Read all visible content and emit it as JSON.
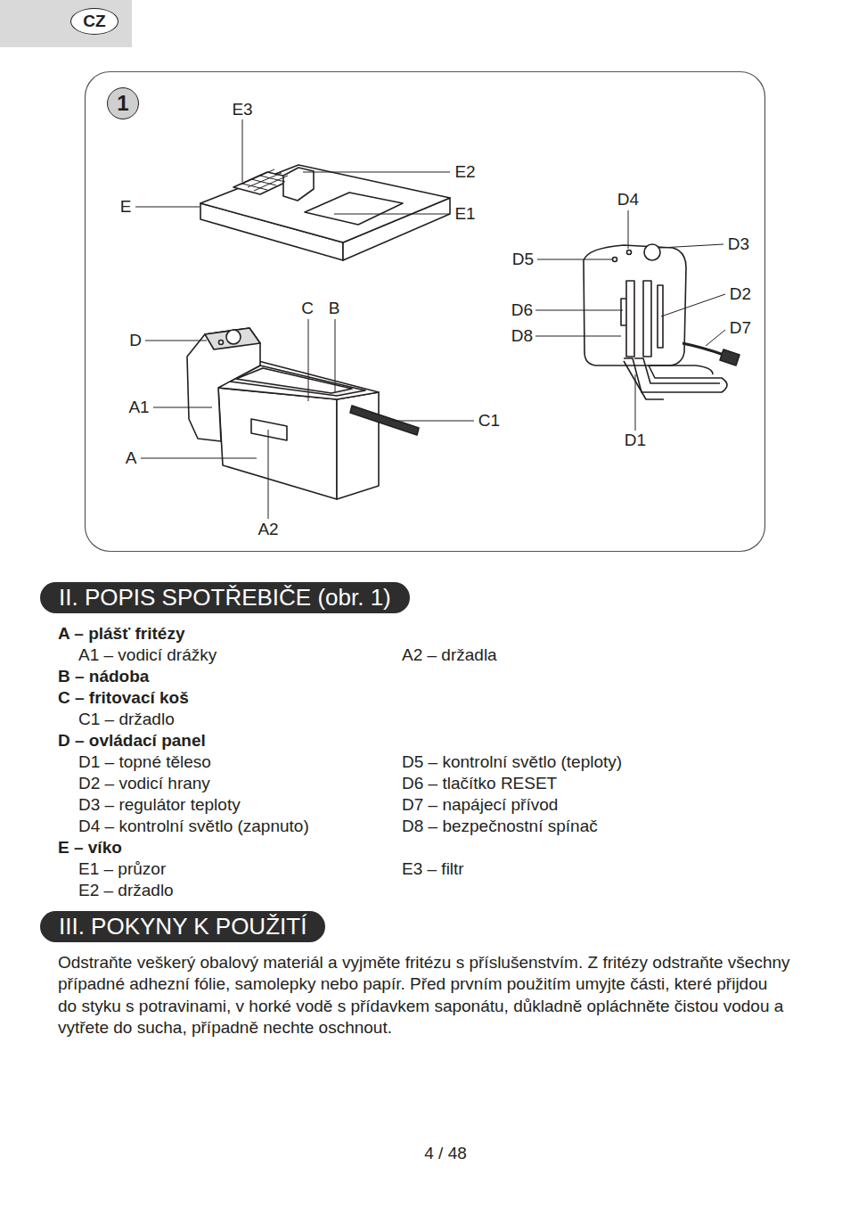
{
  "diagram": {
    "nodes": [
      {
        "text": [
          "CZ"
        ]
      },
      {
        "text": [
          "1"
        ]
      },
      {
        "text": [
          "II. POPIS SPOTŘEBIČE (obr. 1)"
        ]
      },
      {
        "text": [
          "III. POKYNY K POUŽITÍ"
        ]
      }
    ],
    "labels": [
      "E3",
      "E2",
      "E",
      "E1",
      "D4",
      "D3",
      "D5",
      "D2",
      "D6",
      "D8",
      "D7",
      "C",
      "B",
      "D",
      "A1",
      "C1",
      "A",
      "D1",
      "A2",
      "A – plášť fritézy",
      "A1 – vodicí drážky",
      "A2 – držadla",
      "B – nádoba",
      "C – fritovací koš",
      "C1 – držadlo",
      "D – ovládací panel",
      "D1 – topné těleso",
      "D5 – kontrolní světlo (teploty)",
      "D2 – vodicí hrany",
      "D6 – tlačítko RESET",
      "D3 – regulátor teploty",
      "D7 – napájecí přívod",
      "D4 – kontrolní světlo (zapnuto)",
      "D8 – bezpečnostní spínač",
      "E – víko",
      "E1 – průzor",
      "E3 – filtr",
      "E2 – držadlo",
      "Odstraňte veškerý obalový materiál a vyjměte fritézu s příslušenstvím. Z fritézy odstraňte všechny případné adhezní fólie, samolepky nebo papír. Před prvním použitím umyjte části, které přijdou do styku s potravinami, v horké vodě s přídavkem saponátu, důkladně opláchněte čistou vodou a vytřete do sucha, případně nechte oschnout.",
      "4 / 48"
    ]
  }
}
